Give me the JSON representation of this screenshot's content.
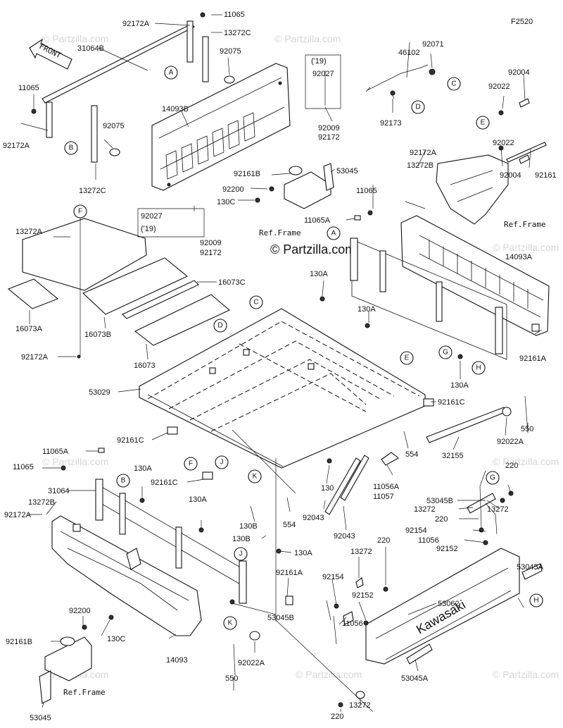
{
  "figure_code": "F2520",
  "front_arrow": "FRONT",
  "copyright": "© Partzilla.com",
  "watermark": "© Partzilla.com",
  "ref_frame": "Ref.Frame",
  "year_note": "('19)",
  "callouts": [
    "A",
    "B",
    "C",
    "D",
    "E",
    "F",
    "G",
    "H",
    "J",
    "K"
  ],
  "labels": {
    "p92172A_1": "92172A",
    "p11065_1": "11065",
    "p13272C_1": "13272C",
    "p31064B": "31064B",
    "p92075_1": "92075",
    "p11065_2": "11065",
    "p92172A_2": "92172A",
    "p92075_2": "92075",
    "p13272C_2": "13272C",
    "p14093B": "14093B",
    "p92027_1": "92027",
    "p92009_1": "92009",
    "p92172_1": "92172",
    "p46102": "46102",
    "p92071": "92071",
    "p92173": "92173",
    "p92004_1": "92004",
    "p92022_1": "92022",
    "p92022_2": "92022",
    "p92004_2": "92004",
    "p92161": "92161",
    "p53045_1": "53045",
    "p92161B_1": "92161B",
    "p92200_1": "92200",
    "p130C_1": "130C",
    "p92172A_3": "92172A",
    "p13272B_1": "13272B",
    "p11065_3": "11065",
    "p11065A_1": "11065A",
    "p92027_2": "92027",
    "p92009_2": "92009",
    "p92172_2": "92172",
    "p13272A": "13272A",
    "p16073C": "16073C",
    "p16073A": "16073A",
    "p16073B": "16073B",
    "p16073": "16073",
    "p92172A_4": "92172A",
    "p14093A": "14093A",
    "p130A_1": "130A",
    "p130A_2": "130A",
    "p92161A_1": "92161A",
    "p130A_3": "130A",
    "p53029": "53029",
    "p92161C_1": "92161C",
    "p92161C_2": "92161C",
    "p92161C_3": "92161C",
    "p550_1": "550",
    "p92022A_1": "92022A",
    "p554_1": "554",
    "p32155": "32155",
    "p11065A_2": "11065A",
    "p11065_4": "11065",
    "p130A_4": "130A",
    "p31064": "31064",
    "p13272B_2": "13272B",
    "p92172A_5": "92172A",
    "p130A_5": "130A",
    "p130": "130",
    "p11056A": "11056A",
    "p11057": "11057",
    "p554_2": "554",
    "p130B_1": "130B",
    "p130B_2": "130B",
    "p92043_1": "92043",
    "p92043_2": "92043",
    "p130A_6": "130A",
    "p220_1": "220",
    "p53045B_1": "53045B",
    "p13272_1": "13272",
    "p220_2": "220",
    "p92154_1": "92154",
    "p11056_1": "11056",
    "p13272_2": "13272",
    "p92152_1": "92152",
    "p53045A_1": "53045A",
    "p92161A_2": "92161A",
    "p13272_3": "13272",
    "p220_3": "220",
    "p92154_2": "92154",
    "p92152_2": "92152",
    "p11056_2": "11056",
    "p53045B_2": "53045B",
    "p53062": "53062",
    "p53045A_2": "53045A",
    "p92200_2": "92200",
    "p92161B_2": "92161B",
    "p130C_2": "130C",
    "p14093": "14093",
    "p550_2": "550",
    "p92022A_2": "92022A",
    "p53045_2": "53045",
    "p13272_4": "13272",
    "p220_4": "220"
  },
  "brand_decal": "Kawasaki"
}
